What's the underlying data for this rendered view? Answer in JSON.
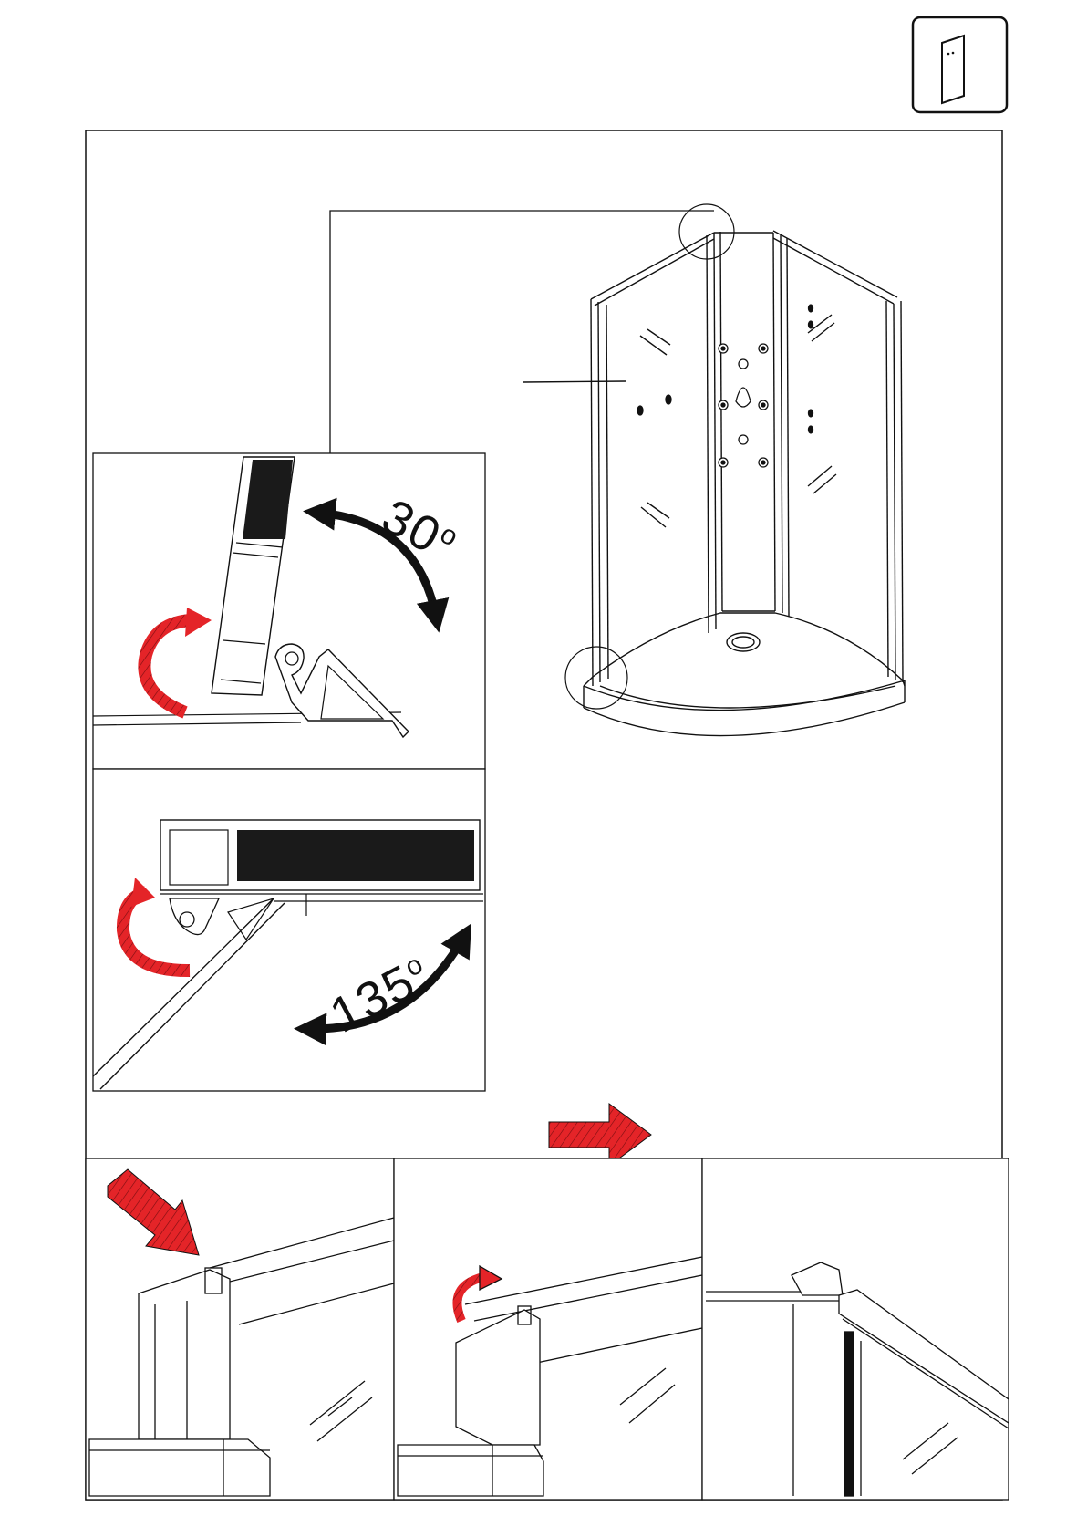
{
  "page": {
    "icon": "glass-panel-icon",
    "colors": {
      "line": "#111111",
      "accent_red": "#e42428",
      "fill_dark": "#1a1a1a",
      "paper": "#ffffff"
    }
  },
  "detail_top": {
    "angle_value": "30",
    "angle_unit": "o"
  },
  "detail_bottom": {
    "angle_value": "135",
    "angle_unit": "o"
  },
  "icons": {
    "rotate_arrow": "curved-arrow-icon",
    "next_step_arrow": "right-arrow-icon",
    "insert_arrow": "diagonal-arrow-icon"
  }
}
